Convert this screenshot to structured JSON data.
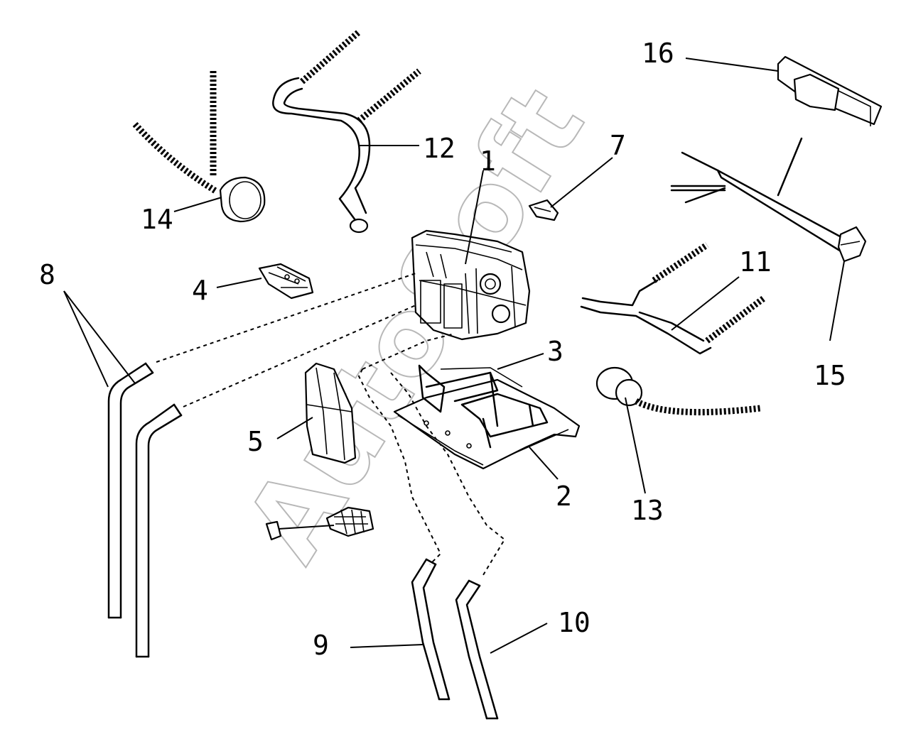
{
  "watermark": "AutoSoft",
  "callouts": {
    "c1": "1",
    "c2": "2",
    "c3": "3",
    "c4": "4",
    "c5": "5",
    "c7": "7",
    "c8": "8",
    "c9": "9",
    "c10": "10",
    "c11": "11",
    "c12": "12",
    "c13": "13",
    "c14": "14",
    "c15": "15",
    "c16": "16"
  }
}
